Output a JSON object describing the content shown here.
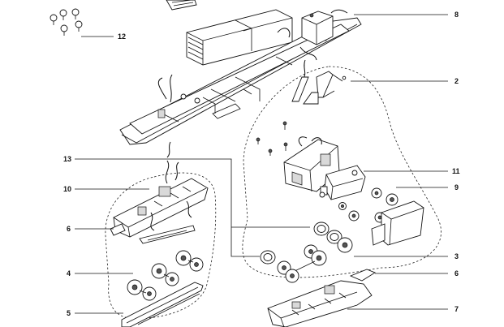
{
  "diagram": {
    "callouts": [
      {
        "id": "8",
        "text": "8"
      },
      {
        "id": "12",
        "text": "12"
      },
      {
        "id": "2",
        "text": "2"
      },
      {
        "id": "13",
        "text": "13"
      },
      {
        "id": "11",
        "text": "11"
      },
      {
        "id": "10",
        "text": "10"
      },
      {
        "id": "9",
        "text": "9"
      },
      {
        "id": "6a",
        "text": "6"
      },
      {
        "id": "3",
        "text": "3"
      },
      {
        "id": "4",
        "text": "4"
      },
      {
        "id": "6b",
        "text": "6"
      },
      {
        "id": "7",
        "text": "7"
      },
      {
        "id": "5",
        "text": "5"
      }
    ]
  }
}
